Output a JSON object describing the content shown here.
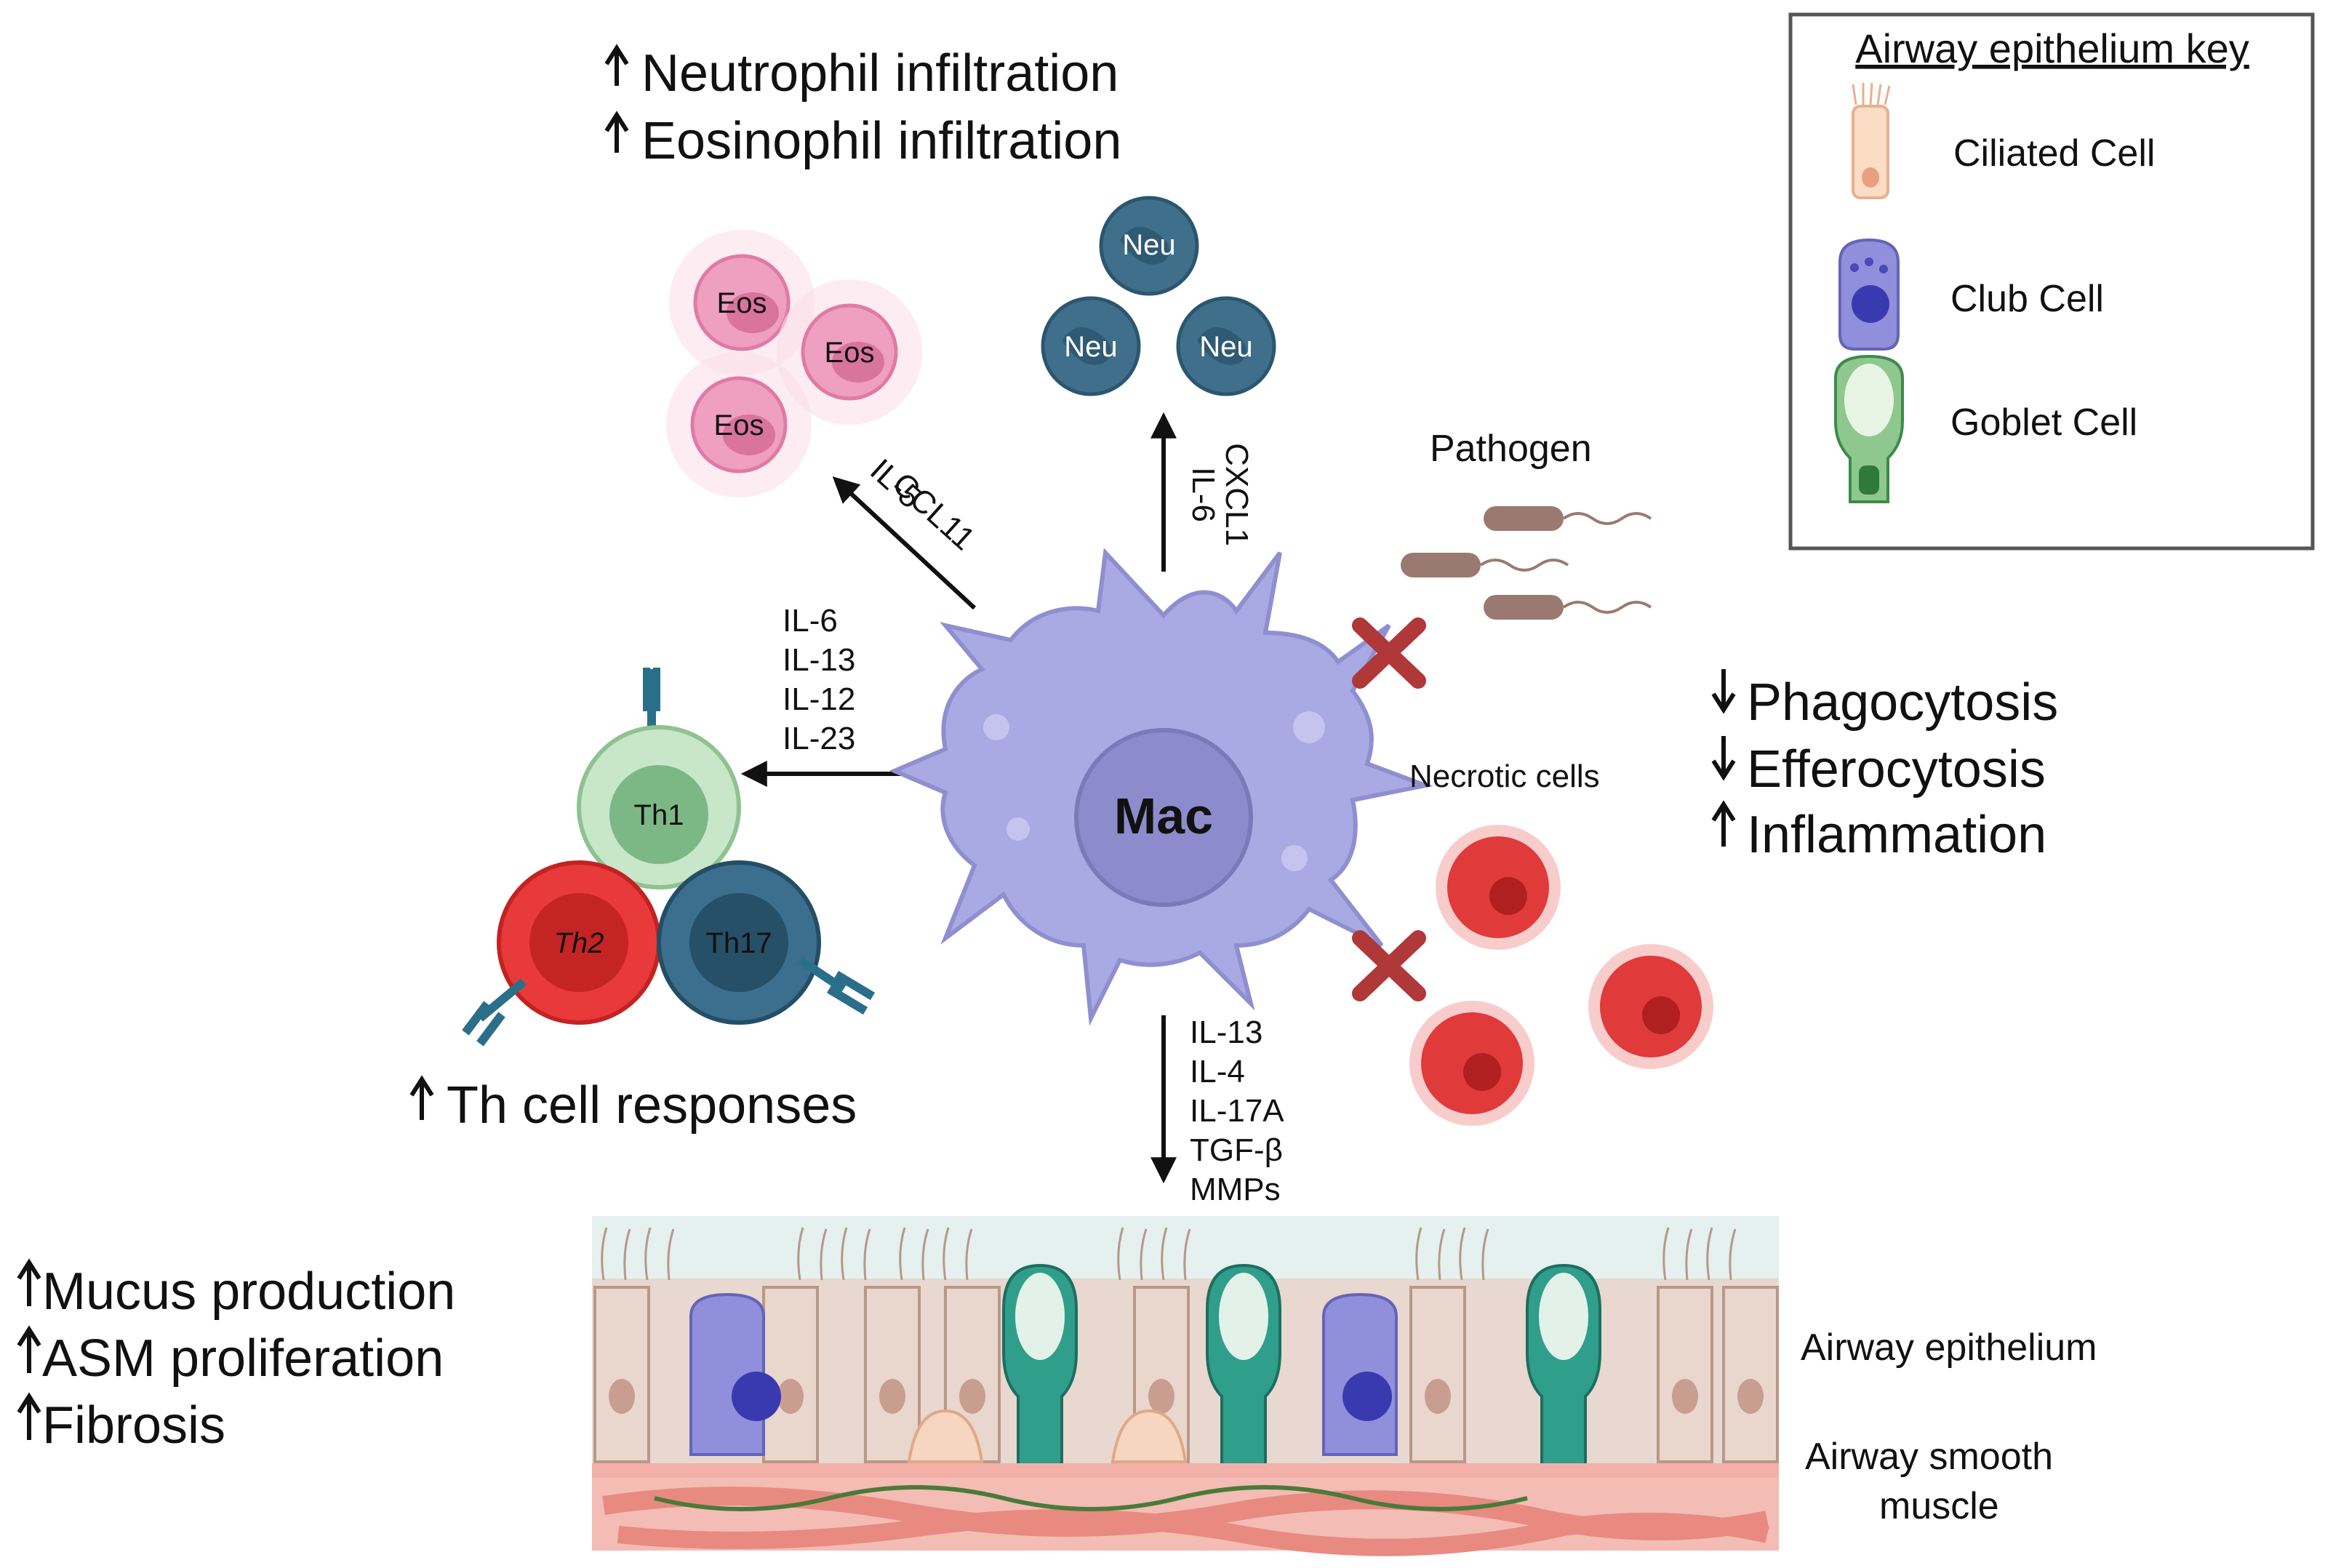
{
  "effects": {
    "neutrophil": "Neutrophil infiltration",
    "eosinophil": "Eosinophil infiltration",
    "phagocytosis": "Phagocytosis",
    "efferocytosis": "Efferocytosis",
    "inflammation": "Inflammation",
    "th_responses": "Th cell responses",
    "mucus": "Mucus production",
    "asm": "ASM proliferation",
    "fibrosis": "Fibrosis"
  },
  "cells": {
    "mac": "Mac",
    "neu": "Neu",
    "eos": "Eos",
    "th1": "Th1",
    "th2": "Th2",
    "th17": "Th17"
  },
  "cytokines": {
    "eos_path": [
      "IL-5",
      "CCL11"
    ],
    "neu_path": [
      "IL-6",
      "CXCL1"
    ],
    "th_path": [
      "IL-6",
      "IL-13",
      "IL-12",
      "IL-23"
    ],
    "airway_path": [
      "IL-13",
      "IL-4",
      "IL-17A",
      "TGF-β",
      "MMPs"
    ]
  },
  "labels": {
    "pathogen": "Pathogen",
    "necrotic": "Necrotic cells",
    "airway_epithelium": "Airway epithelium",
    "asm_line1": "Airway smooth",
    "asm_line2": "muscle"
  },
  "key": {
    "title": "Airway epithelium key",
    "ciliated": "Ciliated Cell",
    "club": "Club Cell",
    "goblet": "Goblet Cell"
  },
  "colors": {
    "macrophage": "#a9a9e3",
    "mac_nucleus": "#8c8ccc",
    "neutrophil": "#3f6f8a",
    "eosinophil": "#ef9fbf",
    "th1": "#b2d8b2",
    "th2": "#e83a3a",
    "th17": "#2f5f7a",
    "necrotic": "#e03a3a",
    "cross": "#b03838",
    "club_cell": "#8f8fdc",
    "goblet_cell": "#2f9e8a",
    "smooth_muscle": "#e88a80"
  }
}
